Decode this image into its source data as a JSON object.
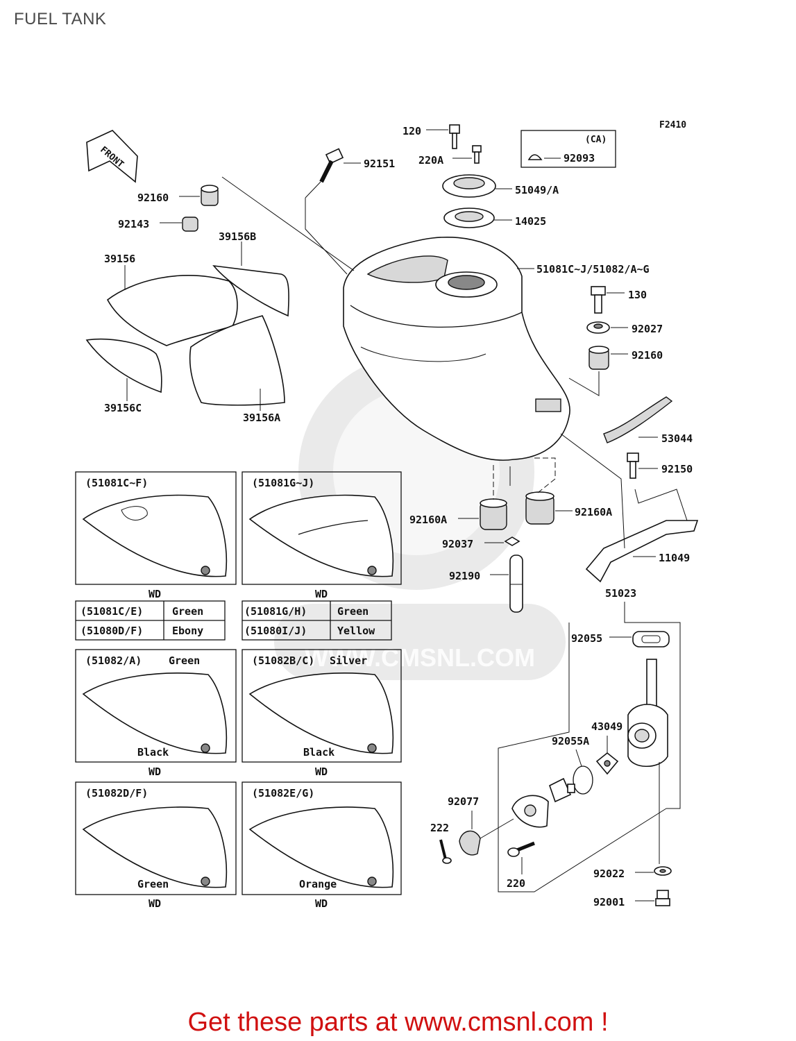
{
  "title": "FUEL TANK",
  "figure_code": "F2410",
  "front_label": "FRONT",
  "watermark": "WWW.CMSNL.COM",
  "footer": "Get these parts at www.cmsnl.com !",
  "ca_box": {
    "header": "(CA)",
    "part": "92093"
  },
  "callouts": {
    "c120": "120",
    "c220A": "220A",
    "c92151": "92151",
    "c51049": "51049/A",
    "c14025": "14025",
    "c51081": "51081C~J/51082/A~G",
    "c130": "130",
    "c92027": "92027",
    "c92160b": "92160",
    "c53044": "53044",
    "c92150": "92150",
    "c92160a": "92160",
    "c92143": "92143",
    "c39156B": "39156B",
    "c39156": "39156",
    "c39156C": "39156C",
    "c39156A": "39156A",
    "c92160Aa": "92160A",
    "c92160Ab": "92160A",
    "c92037": "92037",
    "c92190": "92190",
    "c11049": "11049",
    "c51023": "51023",
    "c92055": "92055",
    "c43049": "43049",
    "c92055A": "92055A",
    "c92077": "92077",
    "c222": "222",
    "c220": "220",
    "c92022": "92022",
    "c92001": "92001"
  },
  "variants": [
    {
      "title": "(51081C~F)",
      "note": "",
      "under": "",
      "wd": "WD"
    },
    {
      "title": "(51081G~J)",
      "note": "",
      "under": "",
      "wd": "WD"
    },
    {
      "title": "(51082/A)",
      "note": "Green",
      "under": "Black",
      "wd": "WD"
    },
    {
      "title": "(51082B/C)",
      "note": "Silver",
      "under": "Black",
      "wd": "WD"
    },
    {
      "title": "(51082D/F)",
      "note": "",
      "under": "Green",
      "wd": "WD"
    },
    {
      "title": "(51082E/G)",
      "note": "",
      "under": "Orange",
      "wd": "WD"
    }
  ],
  "color_tables": [
    {
      "rows": [
        {
          "code": "(51081C/E)",
          "color": "Green"
        },
        {
          "code": "(51080D/F)",
          "color": "Ebony"
        }
      ]
    },
    {
      "rows": [
        {
          "code": "(51081G/H)",
          "color": "Green"
        },
        {
          "code": "(51080I/J)",
          "color": "Yellow"
        }
      ]
    }
  ]
}
